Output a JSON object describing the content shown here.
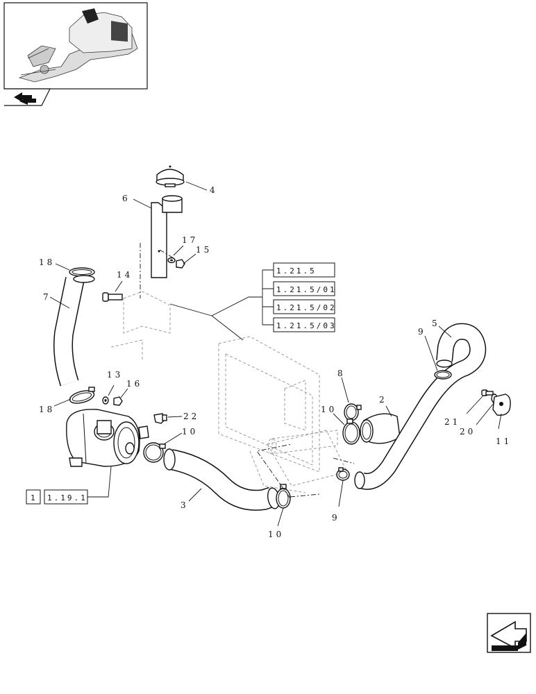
{
  "thumbnail": {
    "icon": "tractor-overview-thumbnail",
    "nav_icon": "double-arrow-icon"
  },
  "references": {
    "group": [
      "1.21.5",
      "1.21.5/01",
      "1.21.5/02",
      "1.21.5/03"
    ],
    "filter_qty": "1",
    "filter_ref": "1.19.1"
  },
  "callouts": {
    "c4": "4",
    "c6": "6",
    "c17": "17",
    "c15": "15",
    "c18a": "18",
    "c14": "14",
    "c7": "7",
    "c13": "13",
    "c16": "16",
    "c18b": "18",
    "c22": "22",
    "c10a": "10",
    "c3": "3",
    "c10b": "10",
    "c8": "8",
    "c10c": "10",
    "c2": "2",
    "c9a": "9",
    "c9b": "9",
    "c5": "5",
    "c21": "21",
    "c20": "20",
    "c11": "11"
  },
  "next_page_icon": "next-page-arrow-icon"
}
